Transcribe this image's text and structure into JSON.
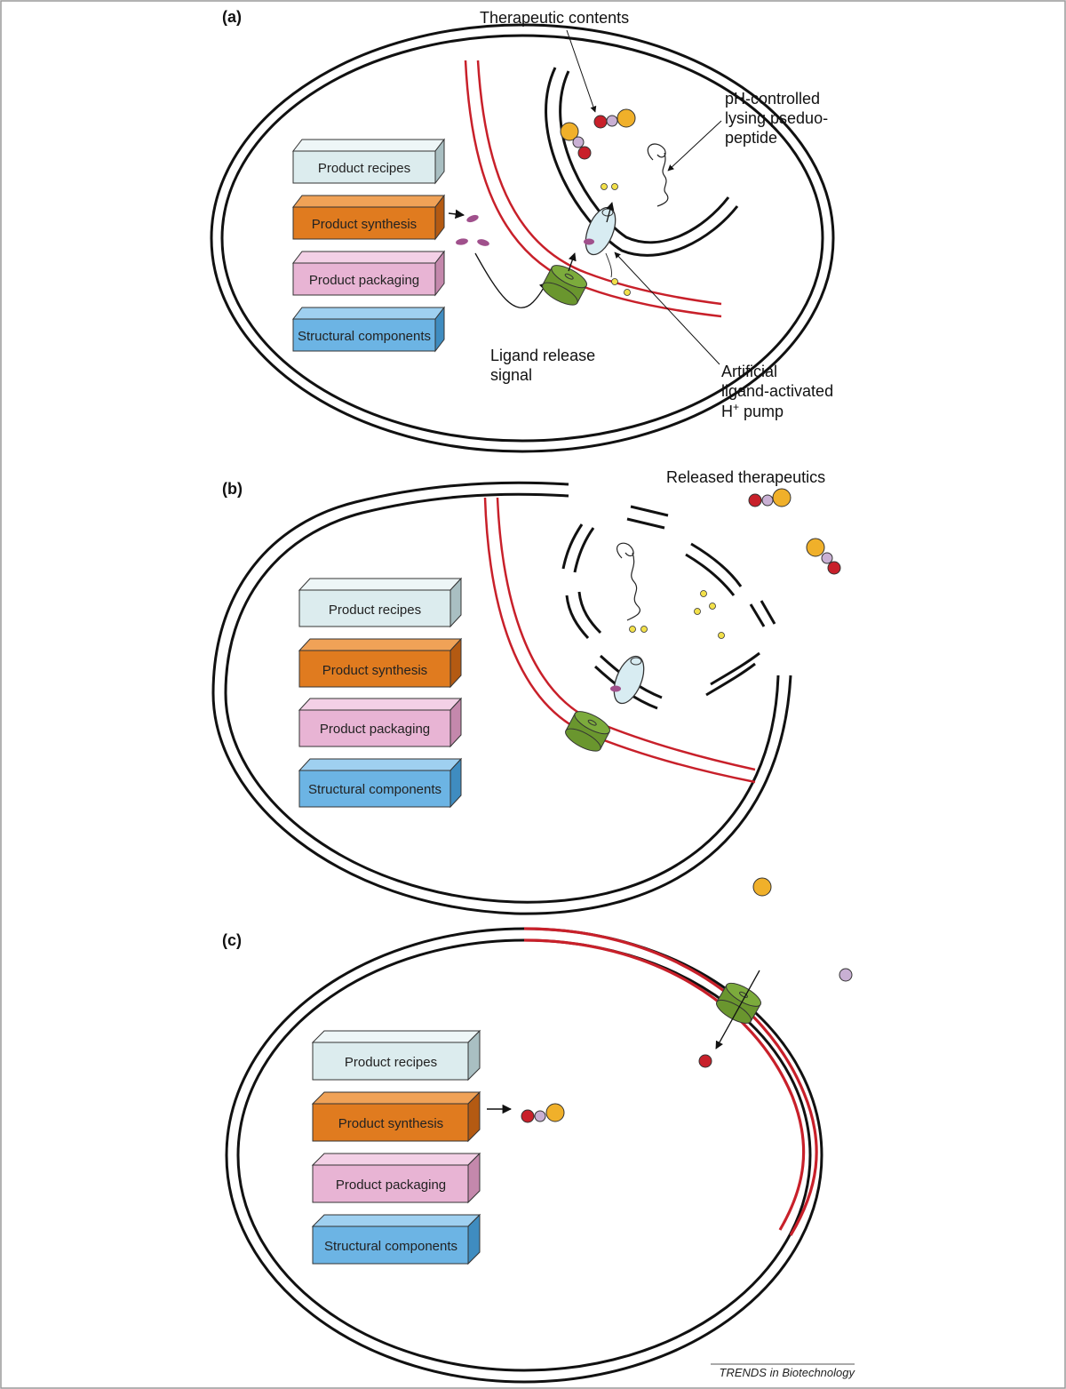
{
  "panels": {
    "a": {
      "label": "(a)",
      "boxes": [
        "Product recipes",
        "Product synthesis",
        "Product packaging",
        "Structural components"
      ],
      "annotations": {
        "therapeutic_contents": "Therapeutic contents",
        "ph_controlled": [
          "pH-controlled",
          "lysing pseduo-",
          "peptide"
        ],
        "ligand_release": [
          "Ligand release",
          "signal"
        ],
        "pump": [
          "Artificial",
          "ligand-activated",
          "H",
          "+",
          " pump"
        ]
      }
    },
    "b": {
      "label": "(b)",
      "boxes": [
        "Product recipes",
        "Product synthesis",
        "Product packaging",
        "Structural components"
      ],
      "annotations": {
        "released": "Released therapeutics"
      }
    },
    "c": {
      "label": "(c)",
      "boxes": [
        "Product recipes",
        "Product synthesis",
        "Product packaging",
        "Structural components"
      ]
    }
  },
  "footer": "TRENDS in Biotechnology",
  "colors": {
    "membrane": "#111111",
    "red_membrane": "#c8202a",
    "recipes": "#dcecee",
    "synthesis": "#e07b1f",
    "packaging": "#e8b4d4",
    "structural": "#6cb4e4",
    "pump_green": "#7cab3c",
    "red_molecule": "#c8202a",
    "lilac_molecule": "#c9b0d4",
    "gold_molecule": "#f0b02a",
    "yellow_dot": "#f2e04a",
    "purple_ligand": "#a0508c",
    "pump_body": "#d8ecf2"
  }
}
